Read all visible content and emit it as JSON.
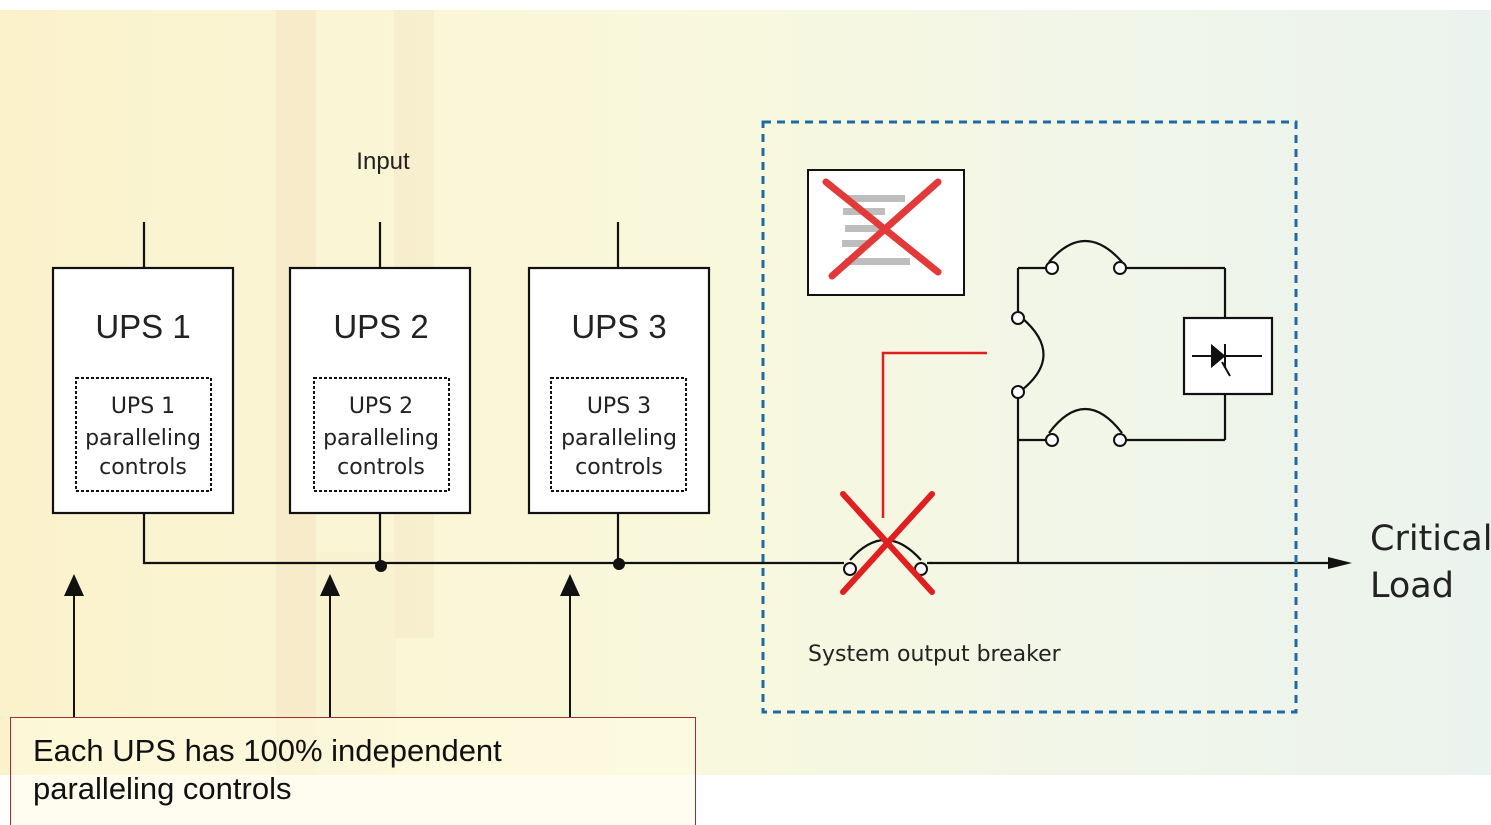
{
  "diagram": {
    "input_label": "Input",
    "ups_units": [
      {
        "title": "UPS 1",
        "controls_lines": [
          "UPS 1",
          "paralleling",
          "controls"
        ]
      },
      {
        "title": "UPS 2",
        "controls_lines": [
          "UPS 2",
          "paralleling",
          "controls"
        ]
      },
      {
        "title": "UPS 3",
        "controls_lines": [
          "UPS 3",
          "paralleling",
          "controls"
        ]
      }
    ],
    "output_label_lines": [
      "Critical",
      "Load"
    ],
    "breaker_label": "System output breaker",
    "callout_lines": [
      "Each UPS has 100% independent",
      "paralleling controls"
    ]
  },
  "colors": {
    "background_left": "#fbf3cf",
    "background_right": "#eef4ec",
    "wire": "#111111",
    "cross": "#e02020",
    "dashed_frame": "#1f6aa5",
    "callout_border": "#a03030"
  },
  "icons": {
    "crossed_out_controls": "crossed-out-controls-icon",
    "static_switch": "diode-icon"
  }
}
